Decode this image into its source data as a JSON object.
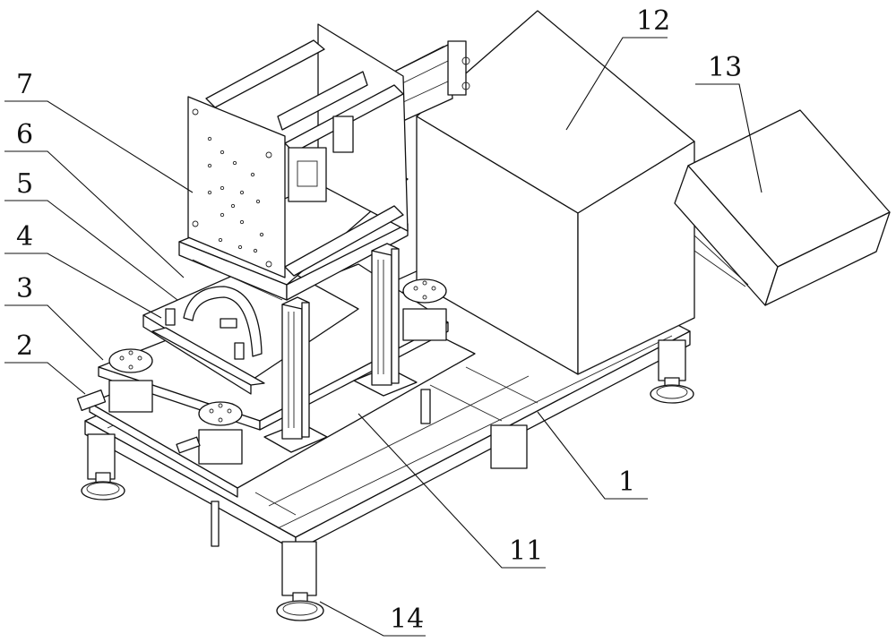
{
  "figure": {
    "type": "patent-isometric-mechanical-drawing",
    "callouts": [
      {
        "id": "1",
        "label": "1"
      },
      {
        "id": "2",
        "label": "2"
      },
      {
        "id": "3",
        "label": "3"
      },
      {
        "id": "4",
        "label": "4"
      },
      {
        "id": "5",
        "label": "5"
      },
      {
        "id": "6",
        "label": "6"
      },
      {
        "id": "7",
        "label": "7"
      },
      {
        "id": "11",
        "label": "11"
      },
      {
        "id": "12",
        "label": "12"
      },
      {
        "id": "13",
        "label": "13"
      },
      {
        "id": "14",
        "label": "14"
      }
    ],
    "components": [
      "frame-base",
      "leveling-foot",
      "lower-mount-plate",
      "vibration-isolator",
      "upper-plate",
      "arc-clamp-fixture",
      "slide-rail",
      "mold-frame-box",
      "hydraulic-cylinder",
      "vertical-guide-post",
      "cabinet-box",
      "inclined-control-box"
    ]
  }
}
